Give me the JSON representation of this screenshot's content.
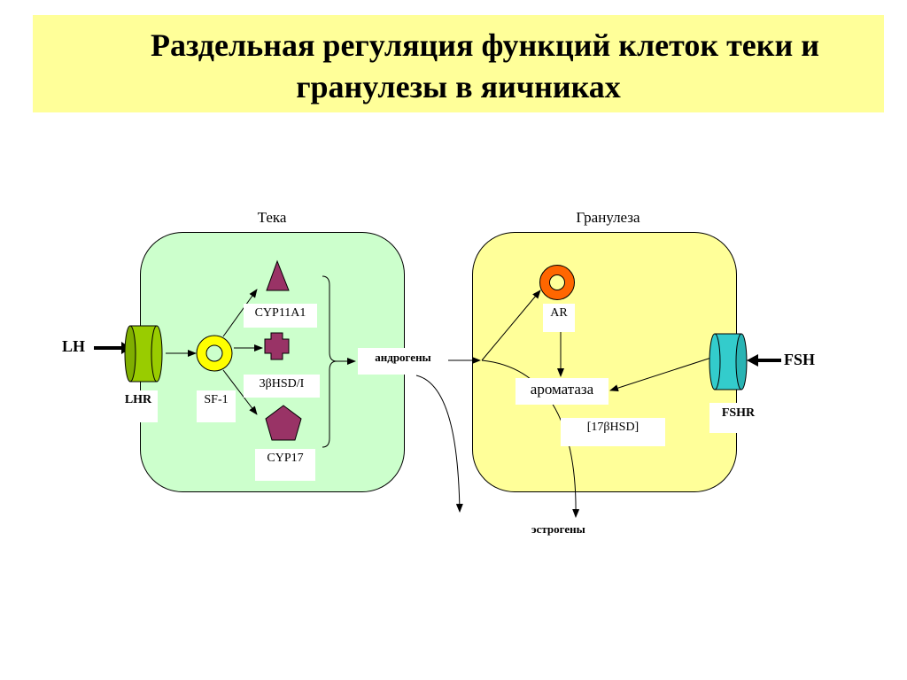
{
  "title": {
    "line1": "Раздельная регуляция функций клеток теки и",
    "line2": "гранулезы в яичниках"
  },
  "theca": {
    "label": "Тека",
    "receptor": "LHR",
    "hormone": "LH",
    "factor": "SF-1",
    "enzyme1": "CYP11A1",
    "enzyme2": "3βHSD/I",
    "enzyme3": "CYP17"
  },
  "granulosa": {
    "label": "Гранулеза",
    "receptor_ar": "AR",
    "aromatase": "ароматаза",
    "hsd": "[17βHSD]",
    "receptor": "FSHR",
    "hormone": "FSH"
  },
  "products": {
    "androgens": "андрогены",
    "estrogens": "эстрогены"
  },
  "colors": {
    "title_bg": "#ffff99",
    "theca_bg": "#ccffcc",
    "granulosa_bg": "#ffff99",
    "lhr": "#99cc00",
    "sf1_ring": "#ffff00",
    "enzymes": "#993366",
    "ar_ring": "#ff6600",
    "fshr": "#33cccc"
  }
}
